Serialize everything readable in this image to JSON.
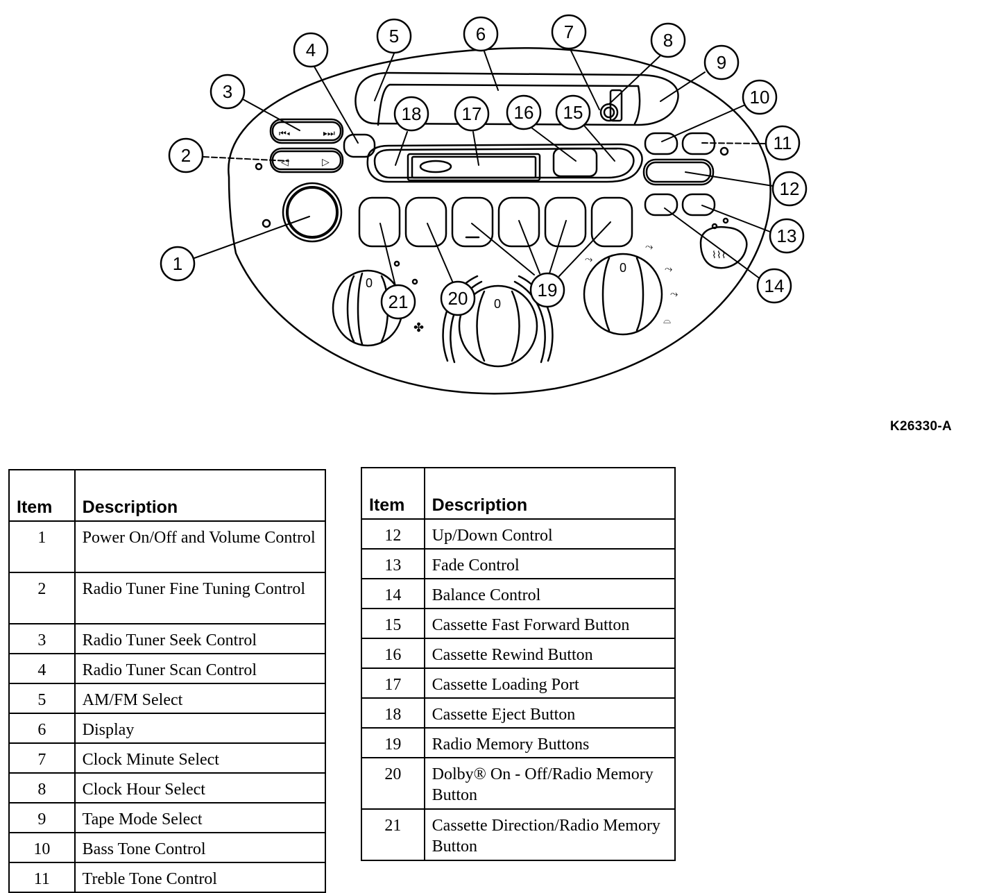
{
  "figure_id": "K26330-A",
  "callouts": [
    "1",
    "2",
    "3",
    "4",
    "5",
    "6",
    "7",
    "8",
    "9",
    "10",
    "11",
    "12",
    "13",
    "14",
    "15",
    "16",
    "17",
    "18",
    "19",
    "20",
    "21"
  ],
  "table_headers": {
    "item": "Item",
    "description": "Description"
  },
  "table_left": [
    {
      "item": "1",
      "description": "Power On/Off and Volume Control"
    },
    {
      "item": "2",
      "description": "Radio Tuner Fine Tuning Control"
    },
    {
      "item": "3",
      "description": "Radio Tuner Seek Control"
    },
    {
      "item": "4",
      "description": "Radio Tuner Scan Control"
    },
    {
      "item": "5",
      "description": "AM/FM Select"
    },
    {
      "item": "6",
      "description": "Display"
    },
    {
      "item": "7",
      "description": "Clock Minute Select"
    },
    {
      "item": "8",
      "description": "Clock Hour Select"
    },
    {
      "item": "9",
      "description": "Tape Mode Select"
    },
    {
      "item": "10",
      "description": "Bass Tone Control"
    },
    {
      "item": "11",
      "description": "Treble Tone Control"
    }
  ],
  "table_right": [
    {
      "item": "12",
      "description": "Up/Down Control"
    },
    {
      "item": "13",
      "description": "Fade Control"
    },
    {
      "item": "14",
      "description": "Balance Control"
    },
    {
      "item": "15",
      "description": "Cassette Fast Forward Button"
    },
    {
      "item": "16",
      "description": "Cassette Rewind Button"
    },
    {
      "item": "17",
      "description": "Cassette Loading Port"
    },
    {
      "item": "18",
      "description": "Cassette Eject Button"
    },
    {
      "item": "19",
      "description": "Radio Memory Buttons"
    },
    {
      "item": "20",
      "description": "Dolby® On - Off/Radio Memory Button"
    },
    {
      "item": "21",
      "description": "Cassette Direction/Radio Memory Button"
    }
  ],
  "colors": {
    "ink": "#000000",
    "background": "#ffffff"
  }
}
